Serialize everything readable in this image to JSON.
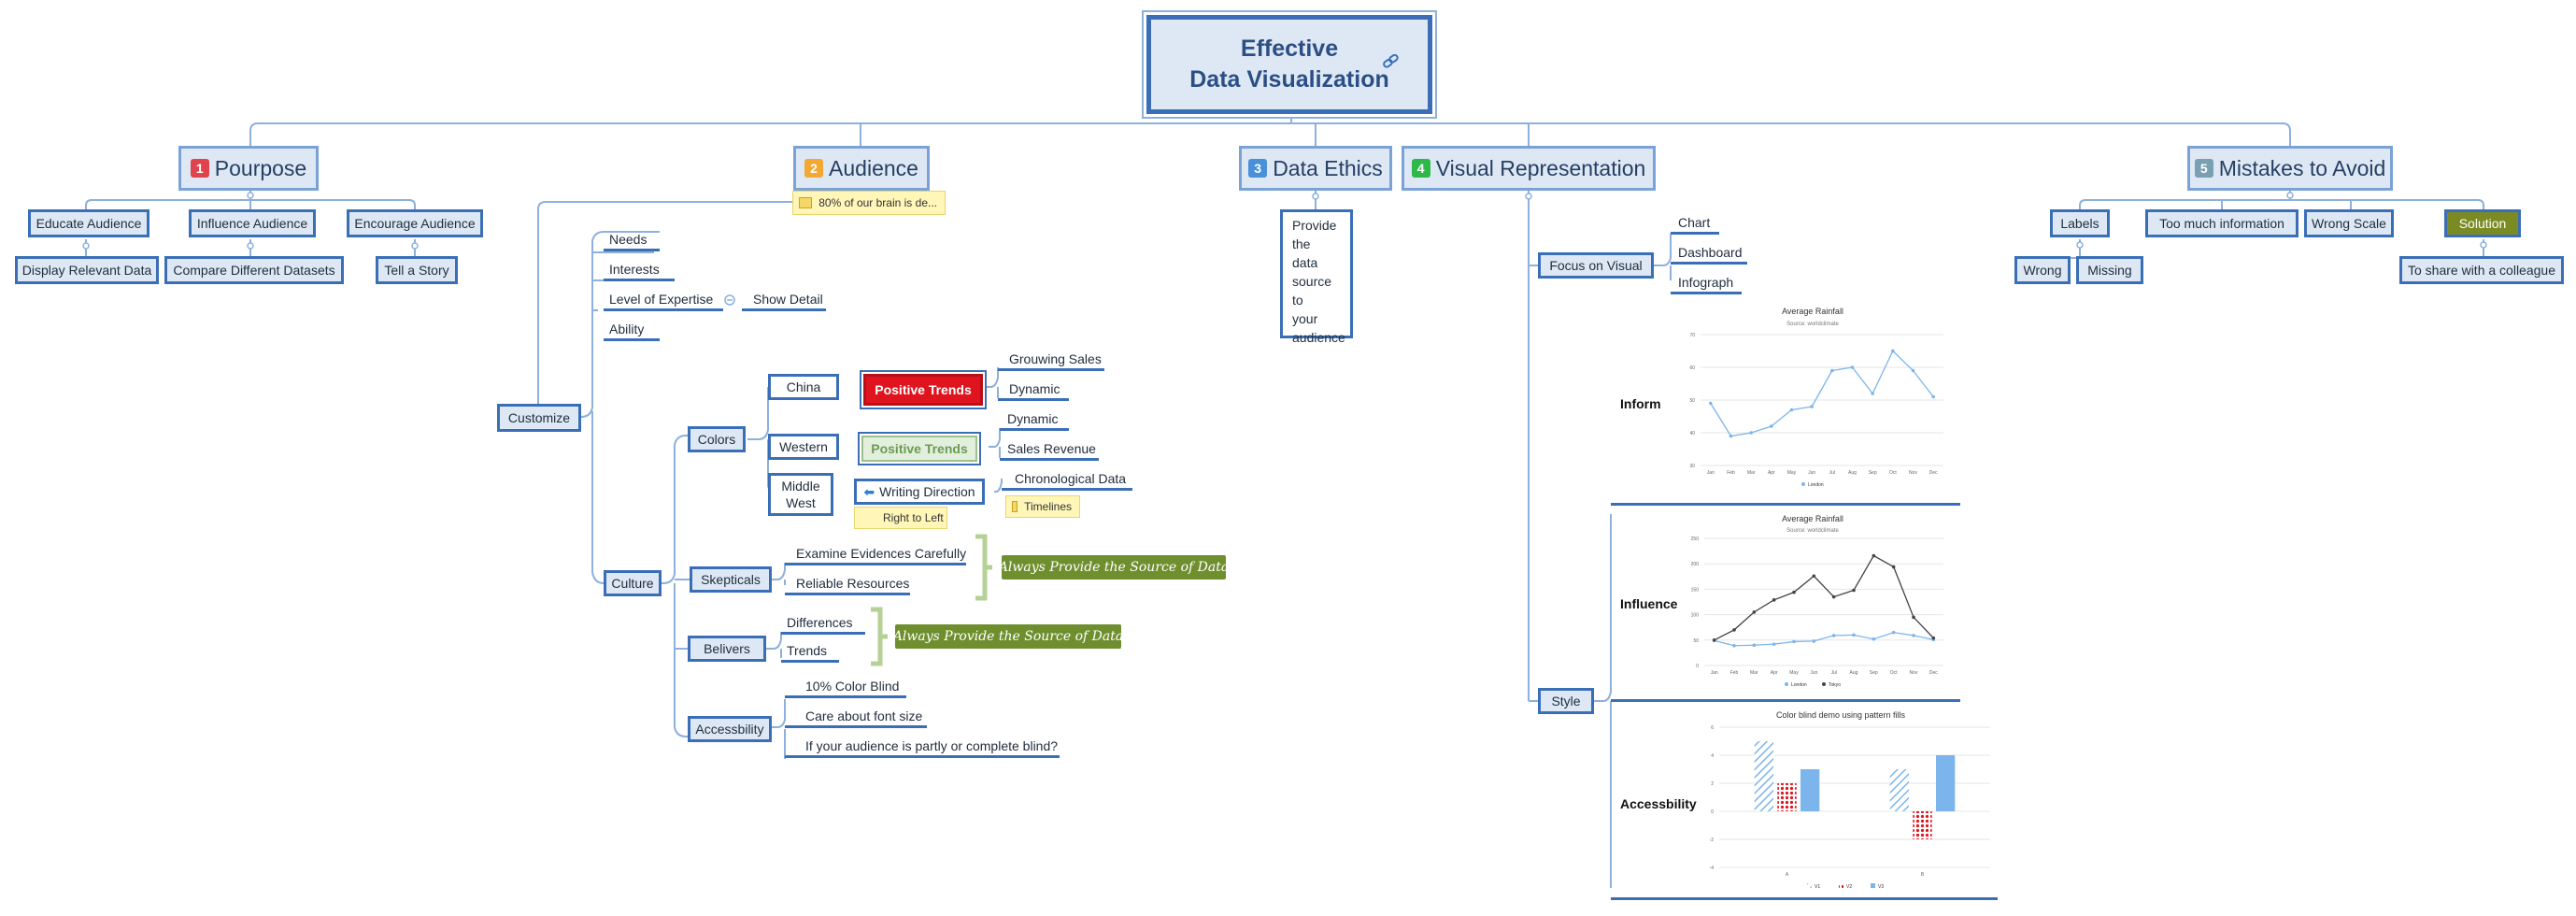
{
  "root": {
    "line1": "Effective",
    "line2": "Data Visualization",
    "link_icon": "link-icon"
  },
  "topics": {
    "purpose": {
      "num": "1",
      "label": "Pourpose",
      "color": "#e0434b"
    },
    "audience": {
      "num": "2",
      "label": "Audience",
      "color": "#f3a833"
    },
    "ethics": {
      "num": "3",
      "label": "Data Ethics",
      "color": "#4a90d9"
    },
    "visual": {
      "num": "4",
      "label": "Visual Representation",
      "color": "#2eb84a"
    },
    "mistakes": {
      "num": "5",
      "label": "Mistakes to Avoid",
      "color": "#7a9fb3"
    }
  },
  "purpose": {
    "educate": "Educate Audience",
    "display": "Display Relevant Data",
    "influence": "Influence Audience",
    "compare": "Compare Different Datasets",
    "encourage": "Encourage Audience",
    "story": "Tell a Story"
  },
  "audience": {
    "note": "80% of our brain is de...",
    "customize": "Customize",
    "needs": "Needs",
    "interests": "Interests",
    "expertise": "Level of Expertise",
    "show_detail": "Show Detail",
    "ability": "Ability",
    "culture": "Culture",
    "colors": "Colors",
    "china": "China",
    "positive_trends_red": "Positive Trends",
    "growing_sales": "Grouwing Sales",
    "dynamic_1": "Dynamic",
    "western": "Western",
    "positive_trends_green": "Positive Trends",
    "dynamic_2": "Dynamic",
    "sales_revenue": "Sales Revenue",
    "middle_west_1": "Middle",
    "middle_west_2": "West",
    "writing_direction": "Writing Direction",
    "chronological": "Chronological Data",
    "right_to_left": "Right to Left",
    "timelines": "Timelines",
    "skepticals": "Skepticals",
    "examine": "Examine Evidences Carefully",
    "reliable": "Reliable Resources",
    "summary_1": "Always Provide the  Source of Data",
    "belivers": "Belivers",
    "differences": "Differences",
    "trends": "Trends",
    "summary_2": "Always Provide the  Source of Data",
    "accessibility": "Accessbility",
    "color_blind": "10% Color Blind",
    "font_size": "Care about font size",
    "blind": "If your audience is partly or complete blind?"
  },
  "ethics": {
    "text": "Provide\nthe\ndata\nsource\nto\nyour\naudience"
  },
  "visual": {
    "focus": "Focus on Visual",
    "chart": "Chart",
    "dashboard": "Dashboard",
    "infograph": "Infograph",
    "style": "Style",
    "inform": "Inform",
    "influence": "Influence",
    "accessbility": "Accessbility"
  },
  "mistakes": {
    "labels": "Labels",
    "wrong": "Wrong",
    "missing": "Missing",
    "too_much": "Too much information",
    "wrong_scale": "Wrong Scale",
    "solution": "Solution",
    "share": "To share with a colleague"
  },
  "chart_data": [
    {
      "type": "line",
      "title": "Average Rainfall",
      "subtitle": "Source: worldclimate",
      "categories": [
        "Jan",
        "Feb",
        "Mar",
        "Apr",
        "May",
        "Jun",
        "Jul",
        "Aug",
        "Sep",
        "Oct",
        "Nov",
        "Dec"
      ],
      "series": [
        {
          "name": "London",
          "values": [
            49,
            39,
            40,
            42,
            47,
            48,
            59,
            60,
            52,
            65,
            59,
            51
          ],
          "color": "#7cb5ec"
        }
      ],
      "ylim": [
        30,
        70
      ],
      "ticks": [
        30,
        40,
        50,
        60,
        70
      ],
      "grid": true,
      "legend": "bottom"
    },
    {
      "type": "line",
      "title": "Average Rainfall",
      "subtitle": "Source: worldclimate",
      "categories": [
        "Jan",
        "Feb",
        "Mar",
        "Apr",
        "May",
        "Jun",
        "Jul",
        "Aug",
        "Sep",
        "Oct",
        "Nov",
        "Dec"
      ],
      "series": [
        {
          "name": "London",
          "values": [
            49,
            39,
            40,
            42,
            47,
            48,
            59,
            60,
            52,
            65,
            59,
            51
          ],
          "color": "#7cb5ec"
        },
        {
          "name": "Tokyo",
          "values": [
            50,
            70,
            105,
            129,
            144,
            176,
            135,
            148,
            216,
            194,
            95,
            54
          ],
          "color": "#434348"
        }
      ],
      "ylim": [
        0,
        250
      ],
      "ticks": [
        0,
        50,
        100,
        150,
        200,
        250
      ],
      "grid": true,
      "legend": "bottom"
    },
    {
      "type": "bar",
      "title": "Color blind demo using pattern fills",
      "categories": [
        "A",
        "B"
      ],
      "series": [
        {
          "name": "V1",
          "values": [
            5,
            3
          ],
          "color": "#7cb5ec",
          "pattern": "stripes"
        },
        {
          "name": "V2",
          "values": [
            2,
            -2
          ],
          "color": "#e0141e",
          "pattern": "dots"
        },
        {
          "name": "V3",
          "values": [
            3,
            4
          ],
          "color": "#7cb5ec",
          "pattern": "solid"
        }
      ],
      "ylim": [
        -4,
        6
      ],
      "ticks": [
        -4,
        -2,
        0,
        2,
        4,
        6
      ],
      "grid": true,
      "legend": "bottom"
    }
  ]
}
